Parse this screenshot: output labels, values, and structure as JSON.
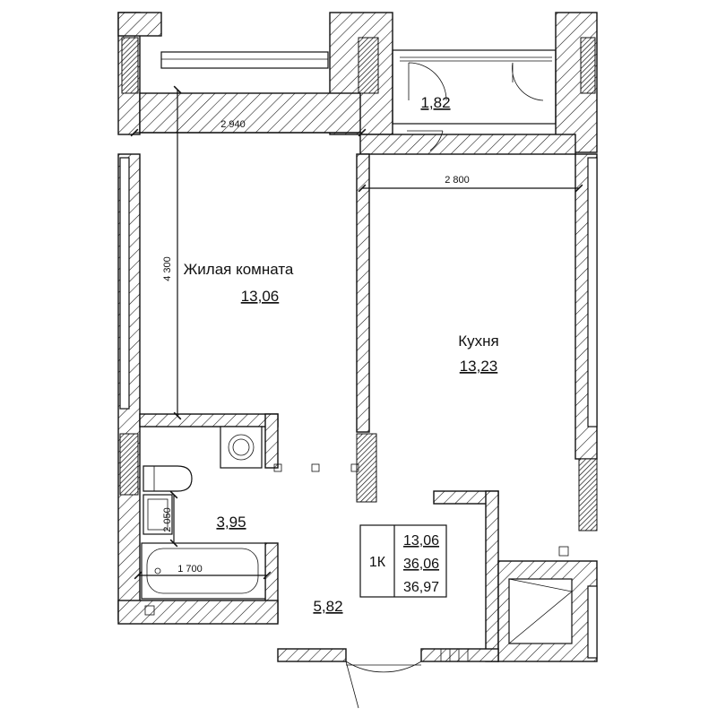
{
  "rooms": [
    {
      "name": "Жилая комната",
      "area": "13,06"
    },
    {
      "name": "Кухня",
      "area": "13,23"
    }
  ],
  "areas": {
    "balcony": "1,82",
    "bathroom": "3,95",
    "hallway": "5,82"
  },
  "dimensions": {
    "living_width": "2 940",
    "living_length": "4 300",
    "kitchen_width": "2 800",
    "bath_width": "1 700",
    "bath_depth": "2 050"
  },
  "summary": {
    "type": "1К",
    "living_area": "13,06",
    "total_area": "36,06",
    "total_with_balcony": "36,97"
  }
}
